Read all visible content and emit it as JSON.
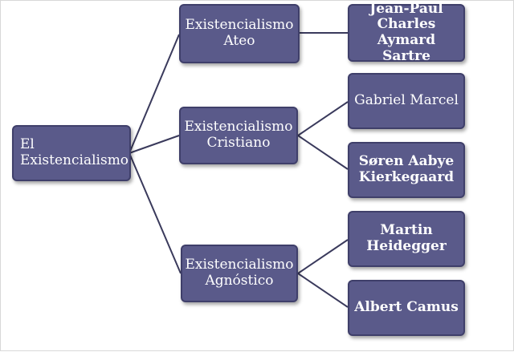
{
  "colors": {
    "node_fill": "#5a5a8a",
    "node_border": "#3f3f6a",
    "node_text": "#ffffff",
    "connector": "#3a3a5c"
  },
  "root": {
    "label": "El\nExistencialismo"
  },
  "branches": [
    {
      "label": "Existencialismo\nAteo",
      "leaves": [
        {
          "label": "Jean-Paul\nCharles\nAymard Sartre"
        }
      ]
    },
    {
      "label": "Existencialismo\nCristiano",
      "leaves": [
        {
          "label": "Gabriel Marcel"
        },
        {
          "label": "Søren Aabye\nKierkegaard"
        }
      ]
    },
    {
      "label": "Existencialismo\nAgnóstico",
      "leaves": [
        {
          "label": "Martin\nHeidegger"
        },
        {
          "label": "Albert Camus"
        }
      ]
    }
  ]
}
